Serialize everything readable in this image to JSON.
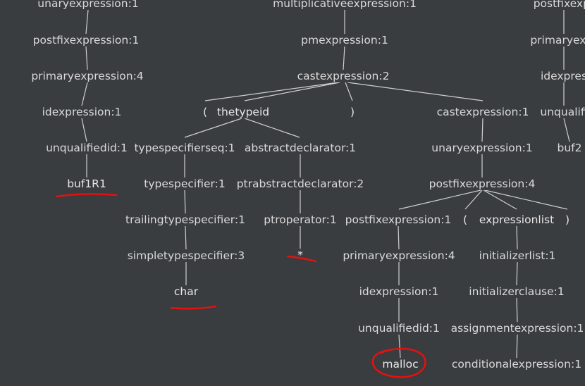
{
  "diagram": {
    "nodes": [
      {
        "id": "a0",
        "label": "unaryexpression:1"
      },
      {
        "id": "a1",
        "label": "postfixexpression:1"
      },
      {
        "id": "a2",
        "label": "primaryexpression:4"
      },
      {
        "id": "a3",
        "label": "idexpression:1"
      },
      {
        "id": "a4",
        "label": "unqualifiedid:1"
      },
      {
        "id": "a5",
        "label": "buf1R1"
      },
      {
        "id": "m0",
        "label": "multiplicativeexpression:1"
      },
      {
        "id": "m1",
        "label": "pmexpression:1"
      },
      {
        "id": "m2",
        "label": "castexpression:2"
      },
      {
        "id": "lp",
        "label": "("
      },
      {
        "id": "tid",
        "label": "thetypeid"
      },
      {
        "id": "rp",
        "label": ")"
      },
      {
        "id": "ce1",
        "label": "castexpression:1"
      },
      {
        "id": "ts",
        "label": "typespecifierseq:1"
      },
      {
        "id": "ad",
        "label": "abstractdeclarator:1"
      },
      {
        "id": "tsp",
        "label": "typespecifier:1"
      },
      {
        "id": "pad",
        "label": "ptrabstractdeclarator:2"
      },
      {
        "id": "tts",
        "label": "trailingtypespecifier:1"
      },
      {
        "id": "po",
        "label": "ptroperator:1"
      },
      {
        "id": "sts",
        "label": "simpletypespecifier:3"
      },
      {
        "id": "star",
        "label": "*"
      },
      {
        "id": "char",
        "label": "char"
      },
      {
        "id": "u1",
        "label": "unaryexpression:1"
      },
      {
        "id": "pf4",
        "label": "postfixexpression:4"
      },
      {
        "id": "pf1",
        "label": "postfixexpression:1"
      },
      {
        "id": "lp2",
        "label": "("
      },
      {
        "id": "el",
        "label": "expressionlist"
      },
      {
        "id": "rp2",
        "label": ")"
      },
      {
        "id": "pe4",
        "label": "primaryexpression:4"
      },
      {
        "id": "ie1",
        "label": "idexpression:1"
      },
      {
        "id": "uq1",
        "label": "unqualifiedid:1"
      },
      {
        "id": "mal",
        "label": "malloc"
      },
      {
        "id": "il",
        "label": "initializerlist:1"
      },
      {
        "id": "ic",
        "label": "initializerclause:1"
      },
      {
        "id": "ae",
        "label": "assignmentexpression:1"
      },
      {
        "id": "cond",
        "label": "conditionalexpression:1"
      },
      {
        "id": "r0",
        "label": "postfixexpr"
      },
      {
        "id": "r1",
        "label": "primaryexpr"
      },
      {
        "id": "r2",
        "label": "idexpres"
      },
      {
        "id": "r3",
        "label": "unqualifi"
      },
      {
        "id": "r4",
        "label": "buf2"
      }
    ],
    "edges": [
      [
        "a0",
        "a1"
      ],
      [
        "a1",
        "a2"
      ],
      [
        "a2",
        "a3"
      ],
      [
        "a3",
        "a4"
      ],
      [
        "a4",
        "a5"
      ],
      [
        "m0",
        "m1"
      ],
      [
        "m1",
        "m2"
      ],
      [
        "m2",
        "lp"
      ],
      [
        "m2",
        "tid"
      ],
      [
        "m2",
        "rp"
      ],
      [
        "m2",
        "ce1"
      ],
      [
        "tid",
        "ts"
      ],
      [
        "tid",
        "ad"
      ],
      [
        "ts",
        "tsp"
      ],
      [
        "tsp",
        "tts"
      ],
      [
        "tts",
        "sts"
      ],
      [
        "sts",
        "char"
      ],
      [
        "ad",
        "pad"
      ],
      [
        "pad",
        "po"
      ],
      [
        "po",
        "star"
      ],
      [
        "ce1",
        "u1"
      ],
      [
        "u1",
        "pf4"
      ],
      [
        "pf4",
        "pf1"
      ],
      [
        "pf4",
        "lp2"
      ],
      [
        "pf4",
        "el"
      ],
      [
        "pf4",
        "rp2"
      ],
      [
        "pf1",
        "pe4"
      ],
      [
        "pe4",
        "ie1"
      ],
      [
        "ie1",
        "uq1"
      ],
      [
        "uq1",
        "mal"
      ],
      [
        "el",
        "il"
      ],
      [
        "il",
        "ic"
      ],
      [
        "ic",
        "ae"
      ],
      [
        "ae",
        "cond"
      ],
      [
        "r0",
        "r1"
      ],
      [
        "r1",
        "r2"
      ],
      [
        "r2",
        "r3"
      ],
      [
        "r3",
        "r4"
      ]
    ],
    "annotations": {
      "underlined": [
        "a5",
        "char",
        "star"
      ],
      "circled": [
        "mal"
      ],
      "ink_color": "#e8100f"
    }
  },
  "colors": {
    "background": "#3a3d40",
    "text": "#d9d9d9",
    "edge": "#cfcfcf"
  }
}
